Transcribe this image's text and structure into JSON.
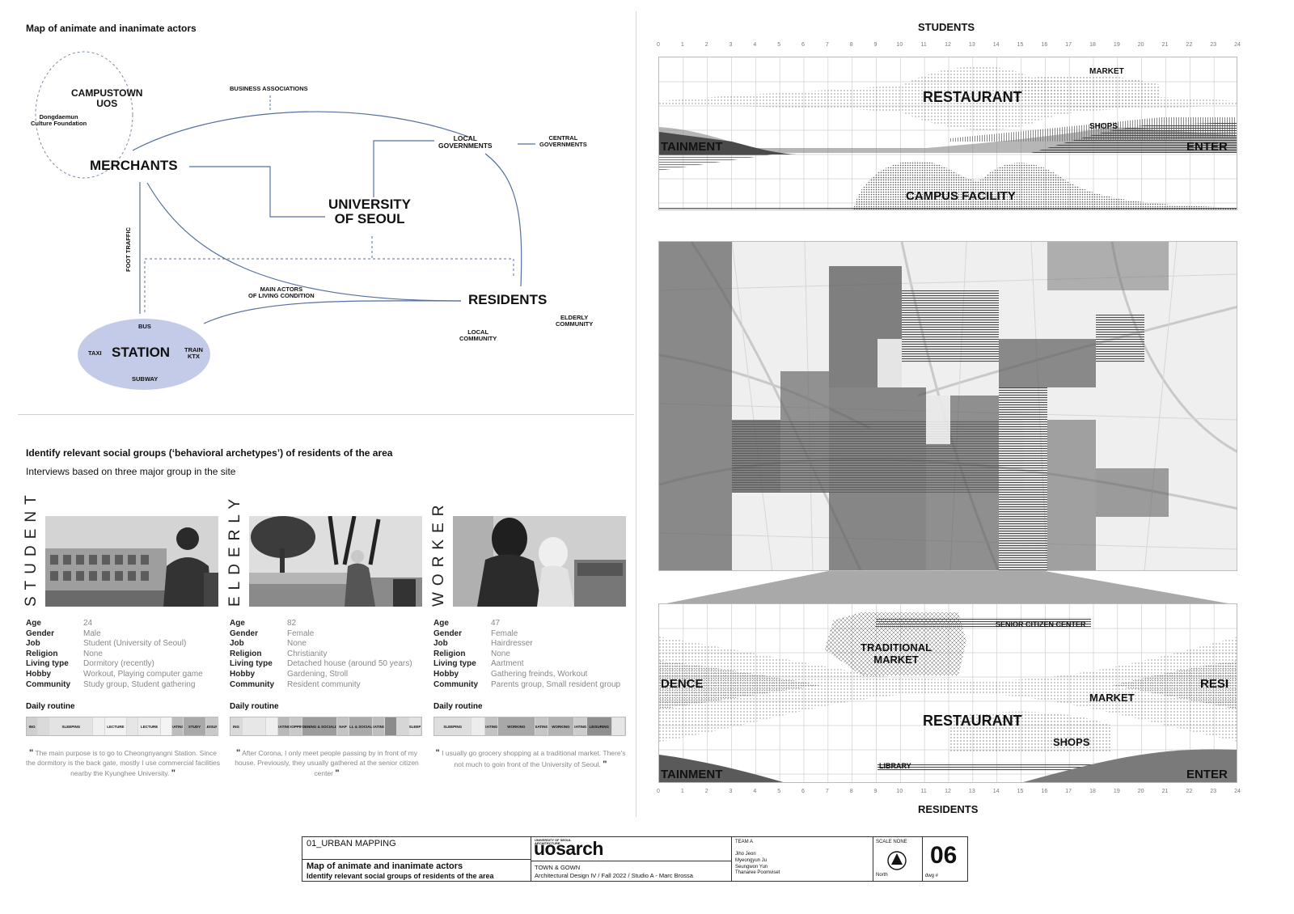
{
  "actor_map": {
    "title": "Map of animate and inanimate actors",
    "nodes": {
      "campustown": "CAMPUSTOWN",
      "uos": "UOS",
      "dongdaemun": "Dongdaemun",
      "culture_foundation": "Culture Foundation",
      "business_associations": "BUSINESS ASSOCIATIONS",
      "merchants": "MERCHANTS",
      "local_governments_1": "LOCAL",
      "local_governments_2": "GOVERNMENTS",
      "central_governments_1": "CENTRAL",
      "central_governments_2": "GOVERNMENTS",
      "university_1": "UNIVERSITY",
      "university_2": "OF SEOUL",
      "foot_traffic": "FOOT TRAFFIC",
      "main_actors_1": "MAIN ACTORS",
      "main_actors_2": "OF LIVING CONDITION",
      "residents": "RESIDENTS",
      "elderly_1": "ELDERLY",
      "elderly_2": "COMMUNITY",
      "local_community_1": "LOCAL",
      "local_community_2": "COMMUNITY",
      "bus": "BUS",
      "taxi": "TAXI",
      "station": "STATION",
      "train": "TRAIN",
      "ktx": "KTX",
      "subway": "SUBWAY"
    }
  },
  "social_groups": {
    "title": "Identify relevant social groups (‘behavioral archetypes’) of residents of the area",
    "subtitle": "Interviews based on three major group in the site",
    "field_labels": [
      "Age",
      "Gender",
      "Job",
      "Religion",
      "Living type",
      "Hobby",
      "Community"
    ],
    "daily_routine_label": "Daily routine",
    "personas": [
      {
        "label": "STUDENT",
        "values": [
          "24",
          "Male",
          "Student (University of Seoul)",
          "None",
          "Dormitory (recently)",
          "Workout, Playing computer game",
          "Study group, Student gathering"
        ],
        "routine": [
          {
            "label": "ING",
            "w": 1,
            "shade": "#cfcfcf"
          },
          {
            "label": "",
            "w": 1,
            "shade": "#dadada"
          },
          {
            "label": "SLEEPING",
            "w": 4,
            "shade": "#e3e3e3"
          },
          {
            "label": "",
            "w": 1,
            "shade": "#f0f0f0"
          },
          {
            "label": "LECTURE",
            "w": 2,
            "shade": "#f2f2f2"
          },
          {
            "label": "",
            "w": 1,
            "shade": "#e6e6e6"
          },
          {
            "label": "LECTURE",
            "w": 2,
            "shade": "#ececec"
          },
          {
            "label": "",
            "w": 1,
            "shade": "#f4f4f4"
          },
          {
            "label": "EATING",
            "w": 1,
            "shade": "#bdbdbd"
          },
          {
            "label": "STUDY",
            "w": 2,
            "shade": "#a9a9a9"
          },
          {
            "label": "LEISUR",
            "w": 1,
            "shade": "#c9c9c9"
          }
        ],
        "quote": "The main purpose is to go to Cheongnyangni Station. Since the dormitory is the back gate, mostly I use commercial facilities nearby the Kyunghee University."
      },
      {
        "label": "ELDERLY",
        "values": [
          "82",
          "Female",
          "None",
          "Christianity",
          "Detached house (around 50 years)",
          "Gardening, Stroll",
          "Resident community"
        ],
        "routine": [
          {
            "label": "ING",
            "w": 1,
            "shade": "#d9d9d9"
          },
          {
            "label": "",
            "w": 2,
            "shade": "#e7e7e7"
          },
          {
            "label": "",
            "w": 1,
            "shade": "#efefef"
          },
          {
            "label": "EATING",
            "w": 1,
            "shade": "#b9b9b9"
          },
          {
            "label": "SHOPPING",
            "w": 1,
            "shade": "#c9c9c9"
          },
          {
            "label": "GARDENING & SOCIALISING",
            "w": 3,
            "shade": "#9d9d9d"
          },
          {
            "label": "NAP",
            "w": 1,
            "shade": "#c4c4c4"
          },
          {
            "label": "STROLL & SOCIALISING",
            "w": 2,
            "shade": "#aaaaaa"
          },
          {
            "label": "EATING",
            "w": 1,
            "shade": "#bebebe"
          },
          {
            "label": "",
            "w": 1,
            "shade": "#8b8b8b"
          },
          {
            "label": "",
            "w": 1,
            "shade": "#d6d6d6"
          },
          {
            "label": "SLEEP",
            "w": 1,
            "shade": "#e2e2e2"
          }
        ],
        "quote": "After Corona, I only meet people passing by in front of my house. Previously, they usually gathered at the senior citizen center"
      },
      {
        "label": "WORKER",
        "values": [
          "47",
          "Female",
          "Hairdresser",
          "None",
          "Aartment",
          "Gathering freinds, Workout",
          "Parents group, Small resident group"
        ],
        "routine": [
          {
            "label": "SLEEPING",
            "w": 3,
            "shade": "#dedede"
          },
          {
            "label": "",
            "w": 1,
            "shade": "#ededed"
          },
          {
            "label": "EATING",
            "w": 1,
            "shade": "#c3c3c3"
          },
          {
            "label": "WORKING",
            "w": 3,
            "shade": "#a8a8a8"
          },
          {
            "label": "EATING",
            "w": 1,
            "shade": "#c6c6c6"
          },
          {
            "label": "WORKING",
            "w": 2,
            "shade": "#b3b3b3"
          },
          {
            "label": "EATING",
            "w": 1,
            "shade": "#cdcdcd"
          },
          {
            "label": "LEISURING",
            "w": 2,
            "shade": "#8f8f8f"
          },
          {
            "label": "",
            "w": 1,
            "shade": "#e6e6e6"
          }
        ],
        "quote": "I usually go grocery shopping at a traditional market. There's not much to goin front of the University of Seoul."
      }
    ]
  },
  "students_chart": {
    "title": "STUDENTS",
    "hours": [
      "0",
      "1",
      "2",
      "3",
      "4",
      "5",
      "6",
      "7",
      "8",
      "9",
      "10",
      "11",
      "12",
      "13",
      "14",
      "15",
      "16",
      "17",
      "18",
      "19",
      "20",
      "21",
      "22",
      "23",
      "24"
    ],
    "labels": {
      "market": "MARKET",
      "restaurant": "RESTAURANT",
      "shops": "SHOPS",
      "entertainment_left": "TAINMENT",
      "entertainment_right": "ENTER",
      "campus_facility": "CAMPUS FACILITY"
    }
  },
  "residents_chart": {
    "title": "RESIDENTS",
    "labels": {
      "senior_center": "SENIOR CITIZEN CENTER",
      "traditional_market_1": "TRADITIONAL",
      "traditional_market_2": "MARKET",
      "residence_left": "DENCE",
      "residence_right": "RESI",
      "market": "MARKET",
      "restaurant": "RESTAURANT",
      "shops": "SHOPS",
      "library": "LIBRARY",
      "entertainment_left": "TAINMENT",
      "entertainment_right": "ENTER"
    }
  },
  "title_block": {
    "project": "01_URBAN MAPPING",
    "sheet_title_1": "Map of animate and inanimate actors",
    "sheet_title_2": "Identify relevant social groups of residents of the area",
    "school_small_1": "UNIVERSITY OF SEOUL",
    "school_small_2": "ARCHITECTURE",
    "logo": "uosarch",
    "course_1": "TOWN & GOWN",
    "course_2": "Architectural Design IV / Fall 2022 /  Studio A - Marc Brossa",
    "team_label": "TEAM A",
    "members": [
      "Jiho Jeon",
      "Myeongyun Ju",
      "Seungwon Yun",
      "Thanaree Poomviset"
    ],
    "scale_label": "SCALE NONE",
    "north_label": "North",
    "dwg_number": "06",
    "dwg_label": "dwg #"
  }
}
